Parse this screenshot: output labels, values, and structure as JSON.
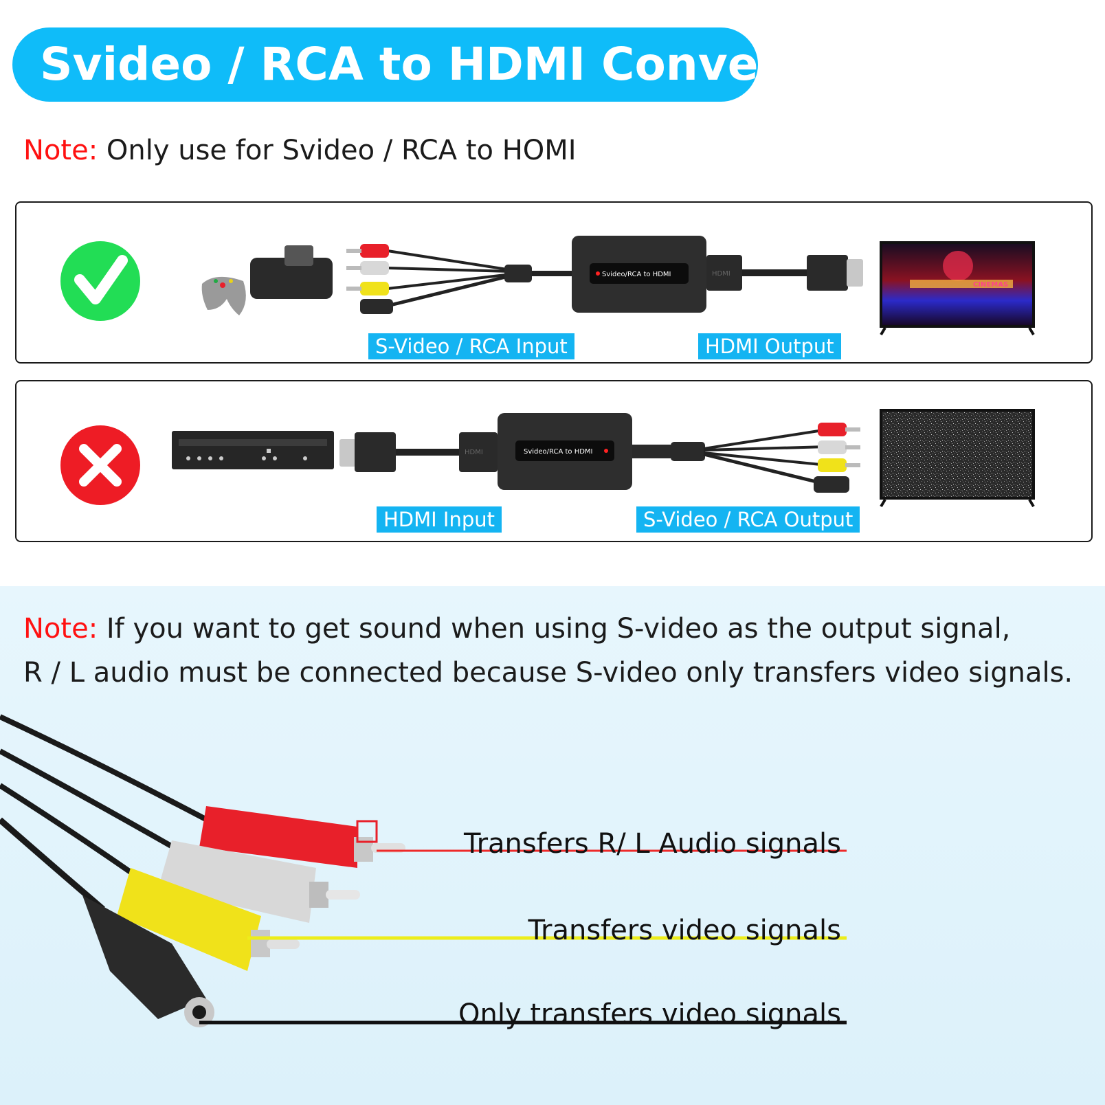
{
  "title": "Svideo / RCA to HDMI Converter",
  "note_top": {
    "label": "Note:",
    "text": " Only use for Svideo / RCA to HOMI"
  },
  "panel_correct": {
    "device_label": "Svideo/RCA to HDMI",
    "port_label": "HDMI",
    "input_tag": "S-Video / RCA Input",
    "output_tag": "HDMI Output",
    "tv_sign": "CINEMAS"
  },
  "panel_wrong": {
    "device_label": "Svideo/RCA to HDMI",
    "port_label": "HDMI",
    "input_tag": "HDMI Input",
    "output_tag": "S-Video / RCA Output"
  },
  "note_bottom": {
    "label": "Note:",
    "line1": " If you want to get sound when using S-video as the output signal,",
    "line2": "R / L audio must be connected because S-video only transfers video signals."
  },
  "signals": {
    "audio": "Transfers R/ L Audio signals",
    "video": "Transfers video signals",
    "svideo": "Only transfers video signals"
  },
  "colors": {
    "accent": "#0fbcf9",
    "note_red": "#ff1111",
    "check_green": "#22dd55",
    "cross_red": "#ee1c25",
    "rca_red": "#e8202a",
    "rca_white": "#d8d8d8",
    "rca_yellow": "#f0e21a"
  },
  "icons": [
    "check-icon",
    "cross-icon",
    "game-console-icon",
    "dvd-player-icon",
    "tv-icon"
  ]
}
